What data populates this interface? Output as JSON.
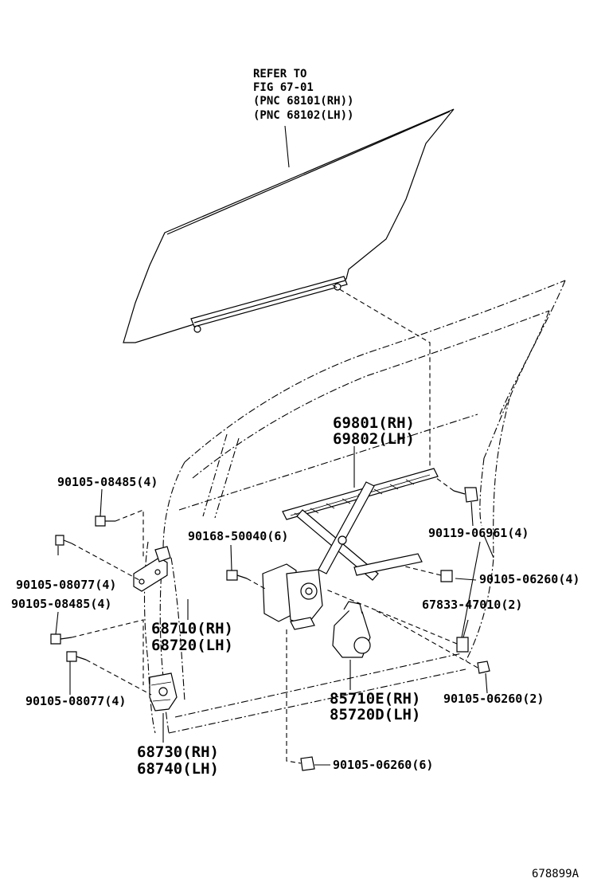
{
  "glass_reference": {
    "line1": "REFER TO",
    "line2": "FIG 67-01",
    "line3": "(PNC 68101(RH))",
    "line4": "(PNC 68102(LH))"
  },
  "labels": {
    "run_channel_rh": "69801(RH)",
    "run_channel_lh": "69802(LH)",
    "bolt_90105_08485_top": "90105-08485(4)",
    "bolt_90105_08077_top": "90105-08077(4)",
    "bolt_90105_08485_mid": "90105-08485(4)",
    "bolt_90105_08077_bot": "90105-08077(4)",
    "bolt_90168_50040": "90168-50040(6)",
    "bolt_90119_06961": "90119-06961(4)",
    "bolt_90105_06260_4": "90105-06260(4)",
    "clip_67833_47010": "67833-47010(2)",
    "bolt_90105_06260_2": "90105-06260(2)",
    "bolt_90105_06260_6": "90105-06260(6)",
    "hinge_upper_rh": "68710(RH)",
    "hinge_upper_lh": "68720(LH)",
    "motor_rh": "85710E(RH)",
    "motor_lh": "85720D(LH)",
    "hinge_lower_rh": "68730(RH)",
    "hinge_lower_lh": "68740(LH)"
  },
  "figure_id": "678899A"
}
